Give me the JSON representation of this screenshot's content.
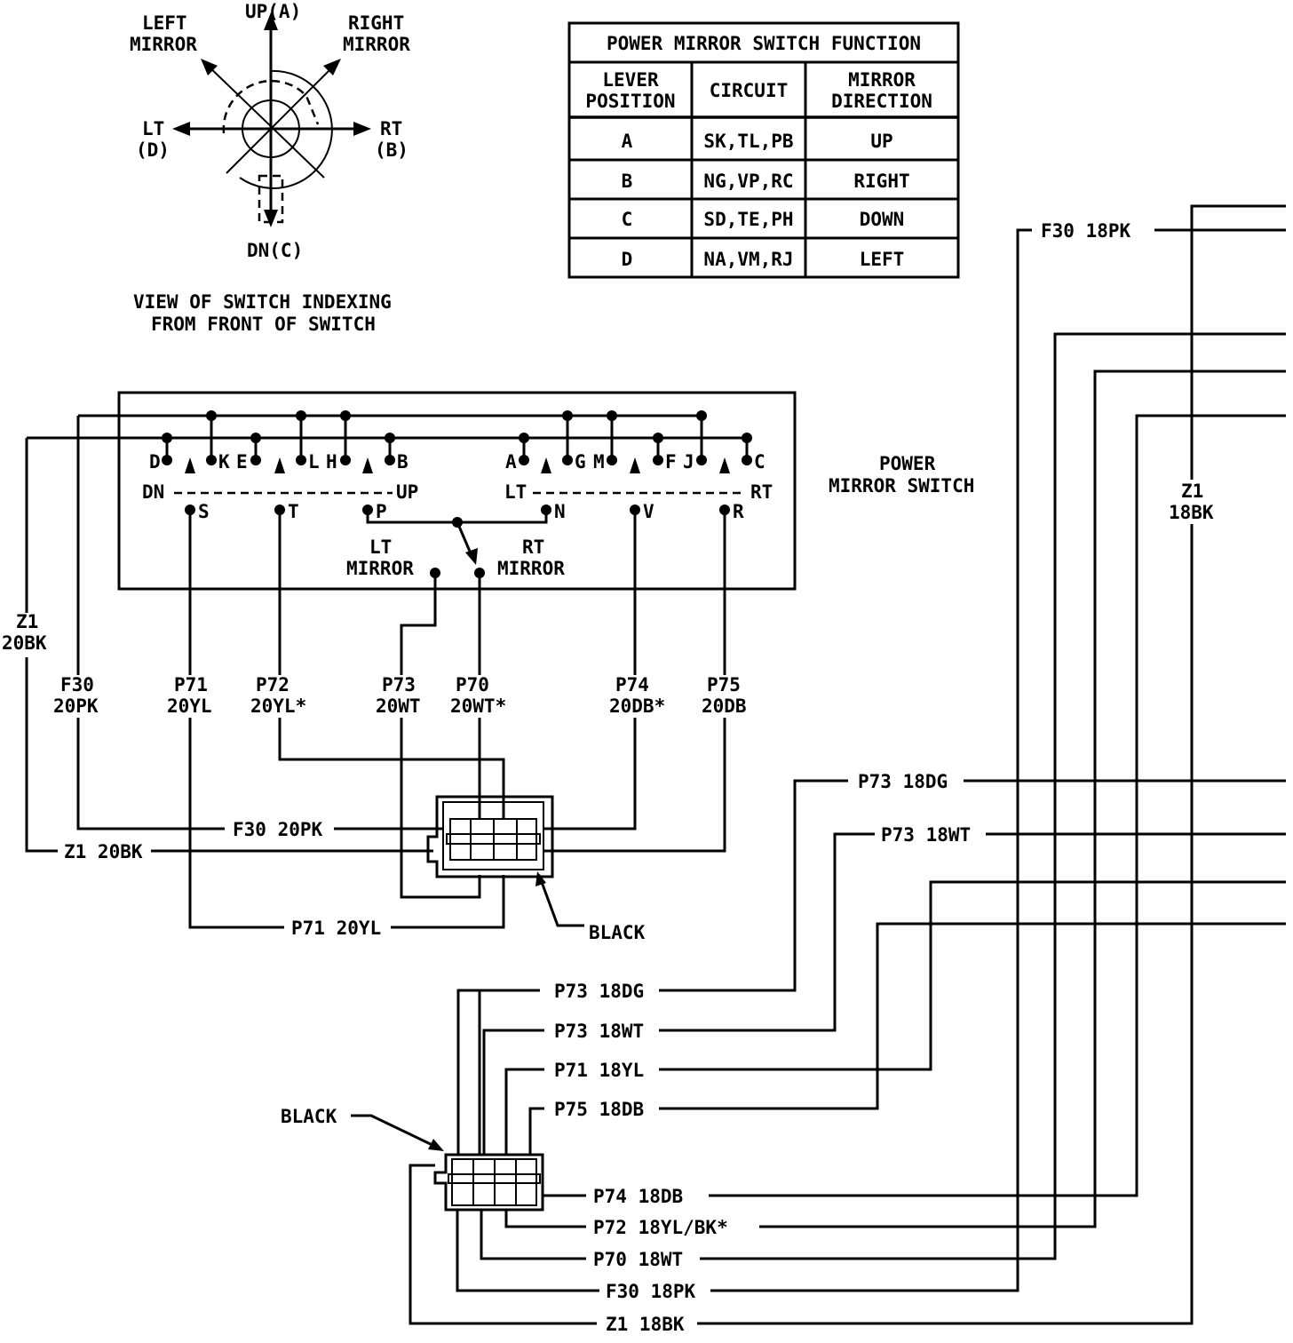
{
  "switch_view": {
    "up": "UP(A)",
    "left_mirror": [
      "LEFT",
      "MIRROR"
    ],
    "right_mirror": [
      "RIGHT",
      "MIRROR"
    ],
    "lt": [
      "LT",
      "(D)"
    ],
    "rt": [
      "RT",
      "(B)"
    ],
    "dn": "DN(C)",
    "caption": [
      "VIEW OF SWITCH INDEXING",
      "FROM FRONT OF SWITCH"
    ]
  },
  "function_table": {
    "title": "POWER MIRROR SWITCH FUNCTION",
    "headers": [
      [
        "LEVER",
        "POSITION"
      ],
      [
        "CIRCUIT"
      ],
      [
        "MIRROR",
        "DIRECTION"
      ]
    ],
    "rows": [
      [
        "A",
        "SK,TL,PB",
        "UP"
      ],
      [
        "B",
        "NG,VP,RC",
        "RIGHT"
      ],
      [
        "C",
        "SD,TE,PH",
        "DOWN"
      ],
      [
        "D",
        "NA,VM,RJ",
        "LEFT"
      ]
    ]
  },
  "switch": {
    "name": [
      "POWER",
      "MIRROR SWITCH"
    ],
    "terminals_top": [
      "D",
      "K",
      "E",
      "L",
      "H",
      "B",
      "A",
      "G",
      "M",
      "F",
      "J",
      "C"
    ],
    "dn": "DN",
    "up": "UP",
    "lt": "LT",
    "rt": "RT",
    "terminals_mid": [
      "S",
      "T",
      "P",
      "N",
      "V",
      "R"
    ],
    "lt_mirror": [
      "LT",
      "MIRROR"
    ],
    "rt_mirror": [
      "RT",
      "MIRROR"
    ]
  },
  "switch_wires": [
    [
      "Z1",
      "20BK"
    ],
    [
      "F30",
      "20PK"
    ],
    [
      "P71",
      "20YL"
    ],
    [
      "P72",
      "20YL*"
    ],
    [
      "P73",
      "20WT"
    ],
    [
      "P70",
      "20WT*"
    ],
    [
      "P74",
      "20DB*"
    ],
    [
      "P75",
      "20DB"
    ]
  ],
  "connector1": {
    "labels": [
      "F30 20PK",
      "Z1 20BK",
      "P71 20YL"
    ],
    "color": "BLACK"
  },
  "connector2": {
    "color": "BLACK",
    "labels_top": [
      "P73 18DG",
      "P73 18WT",
      "P71 18YL",
      "P75 18DB"
    ],
    "labels_bottom": [
      "P74 18DB",
      "P72 18YL/BK*",
      "P70 18WT",
      "F30 18PK",
      "Z1 18BK"
    ]
  },
  "harness": {
    "f30": "F30 18PK",
    "z1": [
      "Z1",
      "18BK"
    ],
    "p73dg": "P73 18DG",
    "p73wt": "P73 18WT"
  }
}
